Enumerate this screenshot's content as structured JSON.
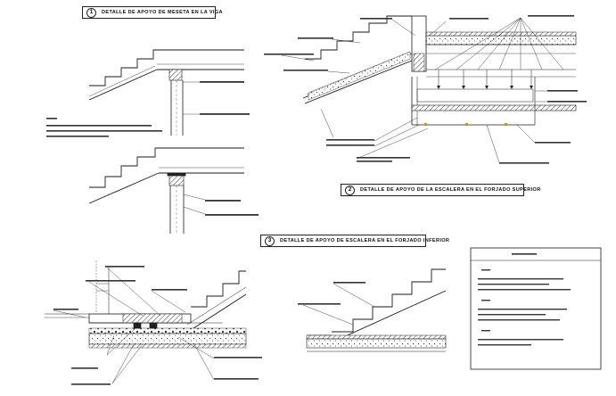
{
  "details": [
    {
      "number": "1",
      "title": "DETALLE DE APOYO DE MESETA EN LA VIGA"
    },
    {
      "number": "2",
      "title": "DETALLE DE APOYO DE LA ESCALERA EN EL FORJADO SUPERIOR"
    },
    {
      "number": "3",
      "title": "DETALLE DE APOYO DE ESCALERA EN EL FORJADO INFERIOR"
    }
  ]
}
